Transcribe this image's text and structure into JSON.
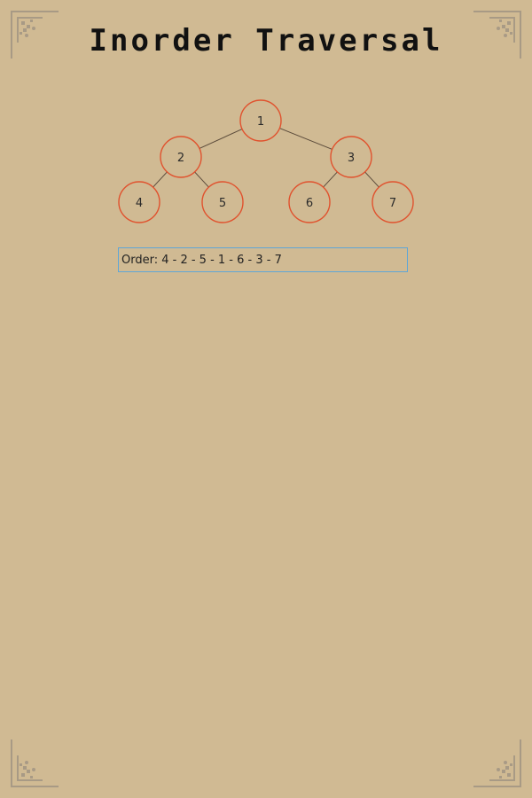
{
  "title": "Inorder Traversal",
  "tree": {
    "nodes": [
      {
        "id": "1",
        "label": "1"
      },
      {
        "id": "2",
        "label": "2"
      },
      {
        "id": "3",
        "label": "3"
      },
      {
        "id": "4",
        "label": "4"
      },
      {
        "id": "5",
        "label": "5"
      },
      {
        "id": "6",
        "label": "6"
      },
      {
        "id": "7",
        "label": "7"
      }
    ],
    "edges": [
      [
        "1",
        "2"
      ],
      [
        "1",
        "3"
      ],
      [
        "2",
        "4"
      ],
      [
        "2",
        "5"
      ],
      [
        "3",
        "6"
      ],
      [
        "3",
        "7"
      ]
    ]
  },
  "order": {
    "text": "Order: 4 - 2 - 5 - 1 - 6 - 3 - 7"
  },
  "colors": {
    "background": "#d0ba93",
    "node_stroke": "#e0522e",
    "box_border": "#5fa6d6",
    "ornament": "#a89a85"
  }
}
